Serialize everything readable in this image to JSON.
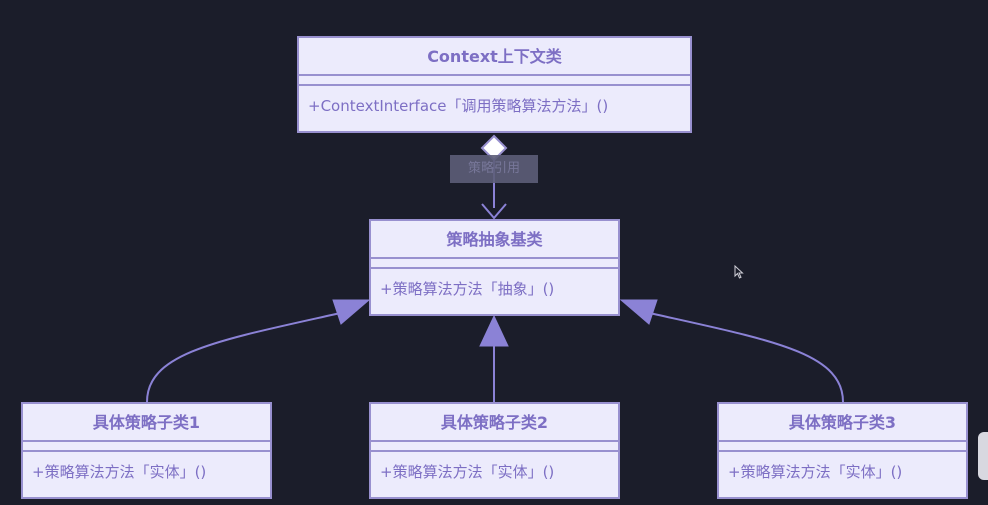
{
  "diagram": {
    "context_class": {
      "name": "Context上下文类",
      "method": "+ContextInterface「调用策略算法方法」()"
    },
    "aggregation_label": "策略引用",
    "strategy_base": {
      "name": "策略抽象基类",
      "method": "+策略算法方法「抽象」()"
    },
    "concrete_strategies": [
      {
        "name": "具体策略子类1",
        "method": "+策略算法方法「实体」()"
      },
      {
        "name": "具体策略子类2",
        "method": "+策略算法方法「实体」()"
      },
      {
        "name": "具体策略子类3",
        "method": "+策略算法方法「实体」()"
      }
    ],
    "colors": {
      "background": "#1b1d2a",
      "box_fill": "#ecebfc",
      "box_border": "#9890cf",
      "text": "#7d6fc4",
      "edge": "#8b82d6"
    }
  }
}
